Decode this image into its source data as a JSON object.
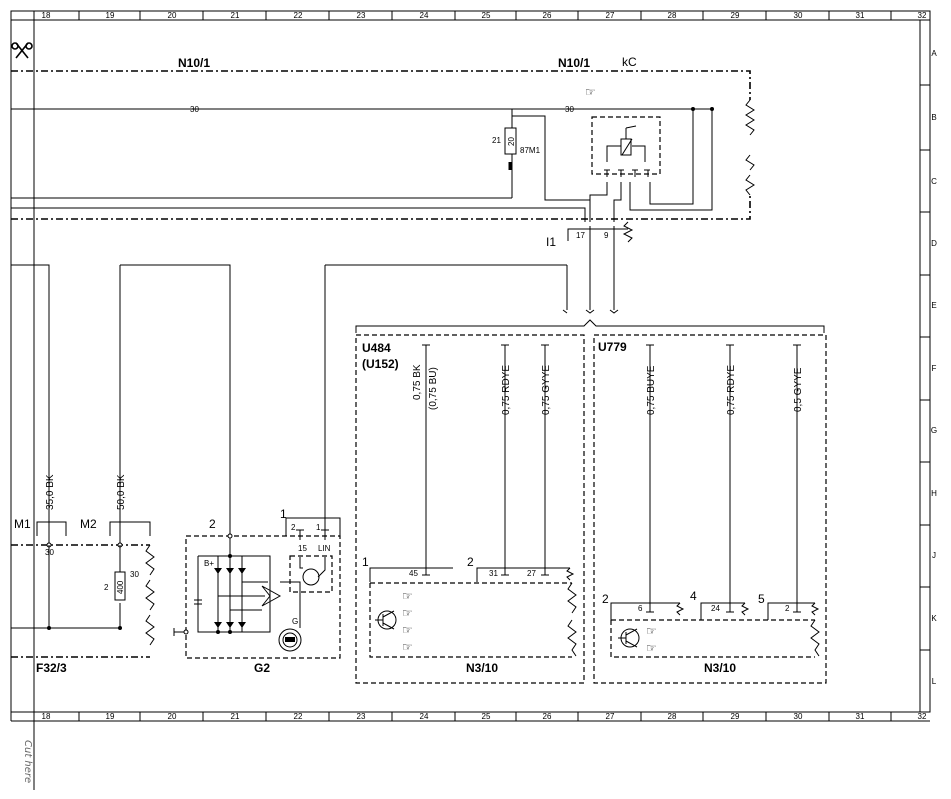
{
  "grid": {
    "cols": [
      "18",
      "19",
      "20",
      "21",
      "22",
      "23",
      "24",
      "25",
      "26",
      "27",
      "28",
      "29",
      "30",
      "31",
      "32"
    ],
    "rows": [
      "A",
      "B",
      "C",
      "D",
      "E",
      "F",
      "G",
      "H",
      "J",
      "K",
      "L"
    ]
  },
  "components": {
    "n10_1_left": "N10/1",
    "n10_1_right": "N10/1",
    "kc": "kC",
    "f32_3": "F32/3",
    "g2": "G2",
    "u484": "U484",
    "u152": "(U152)",
    "u779": "U779",
    "n3_10_left": "N3/10",
    "n3_10_right": "N3/10",
    "m1": "M1",
    "m2": "M2",
    "i1": "I1"
  },
  "pins": {
    "p30_a": "30",
    "p30_b": "30",
    "p21": "21",
    "p20": "20",
    "p87m1": "87M1",
    "p17": "17",
    "p9": "9",
    "p30_m1": "30",
    "p30_m2": "30",
    "p2_res": "2",
    "p400": "400",
    "p2_g2": "2",
    "p1_g2": "1",
    "p2_g2b": "2",
    "p1_g2b": "1",
    "p15": "15",
    "plin": "LIN",
    "pbplus": "B+",
    "pg": "G",
    "p1_n3": "1",
    "p45": "45",
    "p2_n3": "2",
    "p31": "31",
    "p27": "27",
    "p2_n3r": "2",
    "p6": "6",
    "p4": "4",
    "p24": "24",
    "p5": "5",
    "p2_last": "2"
  },
  "wires": {
    "w35bk": "35,0 BK",
    "w50bk": "50,0 BK",
    "w075bk": "0,75 BK",
    "w075bu": "(0,75 BU)",
    "w075rdye_a": "0,75 RDYE",
    "w075gyye": "0,75 GYYE",
    "w075buye": "0,75 BUYE",
    "w075rdye_b": "0,75 RDYE",
    "w05gyye": "0,5 GYYE"
  },
  "cut_text": "Cut here"
}
